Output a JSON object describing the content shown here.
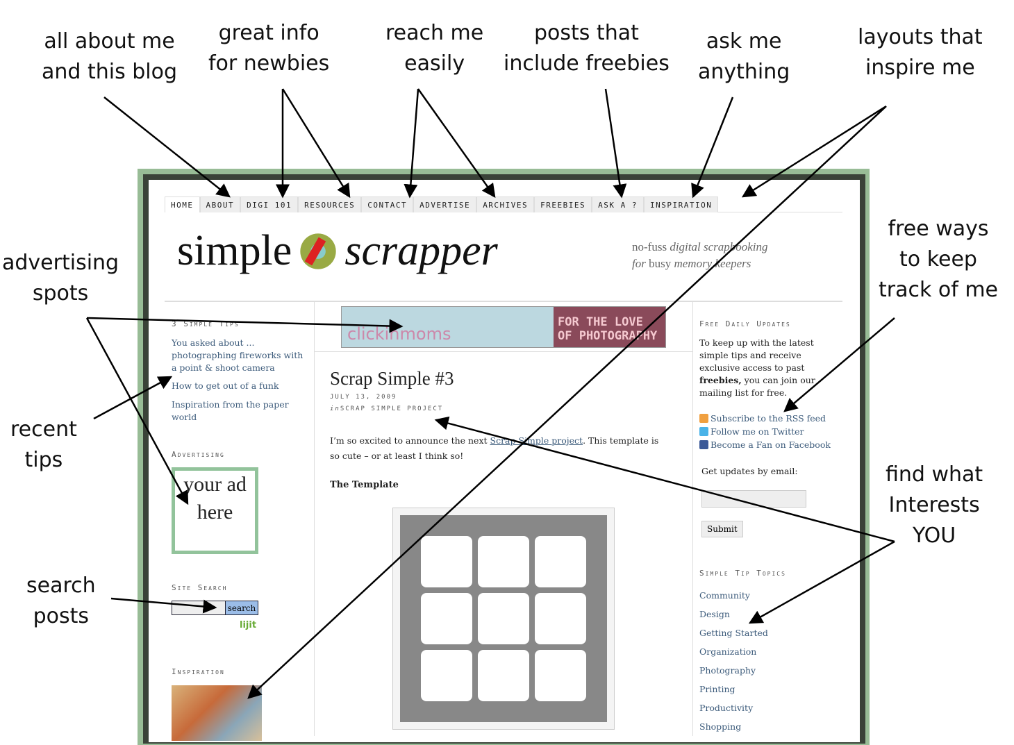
{
  "annotations": {
    "about": "all about me\nand this blog",
    "newbies": "great info\nfor newbies",
    "reach": "reach me\neasily",
    "freebies": "posts that\ninclude freebies",
    "ask": "ask me\nanything",
    "layouts": "layouts that\ninspire me",
    "advertising": "advertising\nspots",
    "free_ways": "free ways\nto keep\ntrack of me",
    "recent": "recent\ntips",
    "search": "search\nposts",
    "interests": "find what\nInterests\nYOU"
  },
  "nav": [
    "HOME",
    "ABOUT",
    "DIGI 101",
    "RESOURCES",
    "CONTACT",
    "ADVERTISE",
    "ARCHIVES",
    "FREEBIES",
    "ASK A ?",
    "INSPIRATION"
  ],
  "header": {
    "logo_left": "simple",
    "logo_right": "scrapper",
    "tagline_1a": "no-fuss ",
    "tagline_1b": "digital scrapbooking",
    "tagline_2a": "for",
    "tagline_2b": " busy ",
    "tagline_2c": "memory keepers"
  },
  "banner": {
    "left": "clickinmoms",
    "right": "FOR THE LOVE OF PHOTOGRAPHY"
  },
  "left": {
    "tips_title": "3 Simple Tips",
    "tips": [
      "You asked about ... photographing fireworks with a point & shoot camera",
      "How to get out of a funk",
      "Inspiration from the paper world"
    ],
    "ad_title": "Advertising",
    "ad_text": "your ad here",
    "search_title": "Site Search",
    "search_button": "search",
    "search_logo": "lijit",
    "inspiration_title": "Inspiration"
  },
  "post": {
    "title": "Scrap Simple #3",
    "date": "JULY 13, 2009",
    "in": "in",
    "category": "SCRAP SIMPLE PROJECT",
    "body_a": "I’m so excited to announce the next ",
    "body_link": "Scrap Simple project",
    "body_b": ". This template is so cute – or at least I think so!",
    "subheading": "The Template"
  },
  "right": {
    "updates_title": "Free Daily Updates",
    "updates_a": "To keep up with the latest simple tips and receive exclusive access to past ",
    "updates_bold": "freebies,",
    "updates_b": " you can join our mailing list for free.",
    "links": [
      {
        "icon": "rss-icon",
        "label": "Subscribe to the RSS feed",
        "color": "#f0a040"
      },
      {
        "icon": "twitter-icon",
        "label": "Follow me on Twitter",
        "color": "#4ab3e8"
      },
      {
        "icon": "facebook-icon",
        "label": "Become a Fan on Facebook",
        "color": "#3b5998"
      }
    ],
    "email_label": "Get updates by email:",
    "submit": "Submit",
    "topics_title": "Simple Tip Topics",
    "topics": [
      "Community",
      "Design",
      "Getting Started",
      "Organization",
      "Photography",
      "Printing",
      "Productivity",
      "Shopping"
    ]
  },
  "colors": {
    "frame_green": "#98bc96",
    "frame_dark": "#3a4238",
    "link": "#3b5a7a",
    "ad_border": "#92c39b",
    "search_button": "#9bbde8"
  }
}
